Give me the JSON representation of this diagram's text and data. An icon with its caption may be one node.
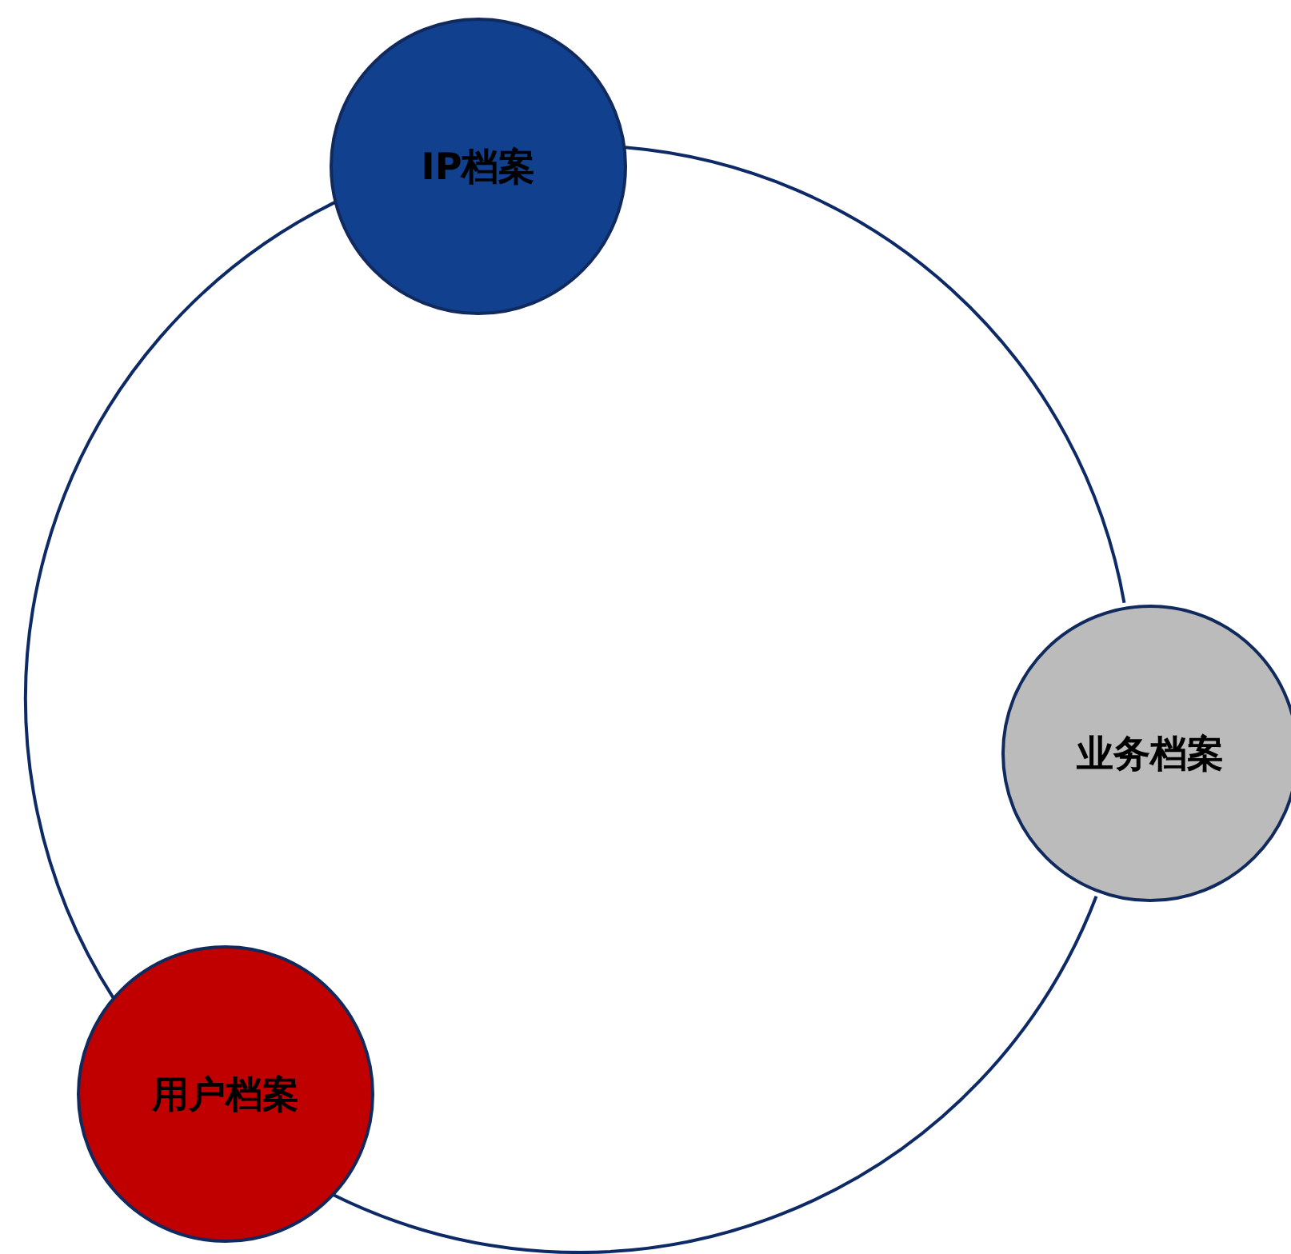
{
  "diagram": {
    "nodes": [
      {
        "text": [
          "IP档案"
        ]
      },
      {
        "text": [
          "业务档案"
        ]
      },
      {
        "text": [
          "用户档案"
        ]
      }
    ],
    "edges": [
      {
        "from": 0,
        "to": 1,
        "arrow": "none"
      },
      {
        "from": 1,
        "to": 2,
        "arrow": "none"
      },
      {
        "from": 2,
        "to": 0,
        "arrow": "none"
      }
    ]
  }
}
